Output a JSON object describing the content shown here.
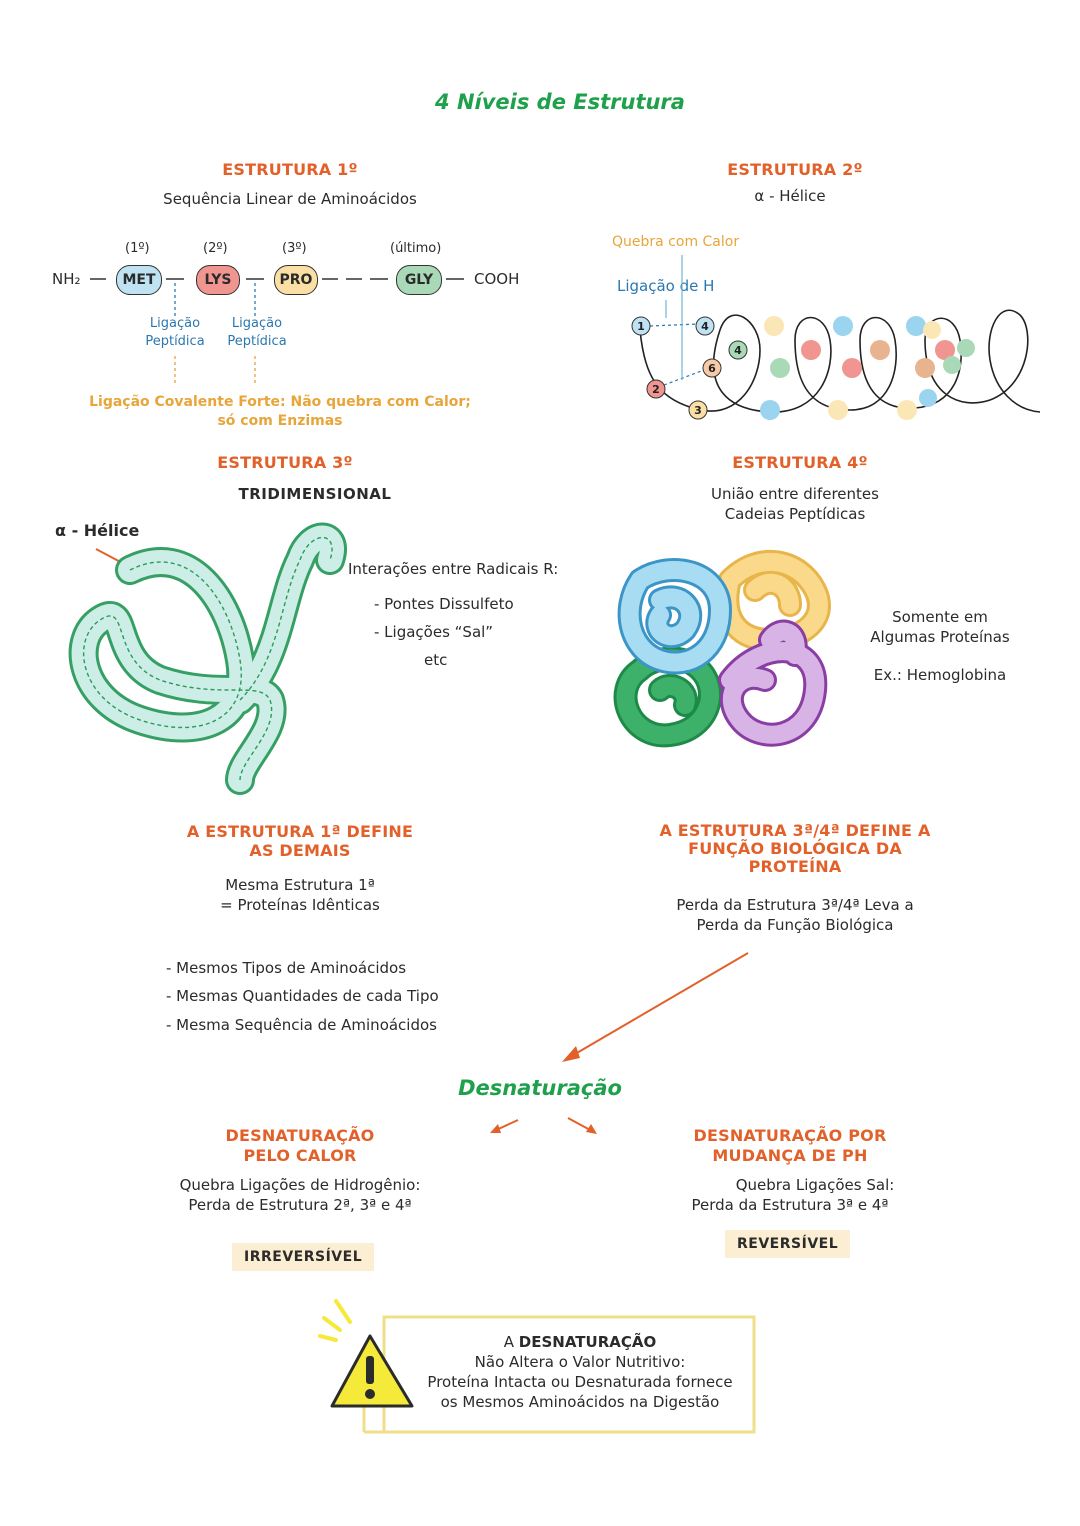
{
  "title": "4 Níveis de Estrutura",
  "primary": {
    "heading": "ESTRUTURA 1º",
    "subtitle": "Sequência Linear de Aminoácidos",
    "nh2": "NH₂",
    "cooh": "COOH",
    "positions": [
      "(1º)",
      "(2º)",
      "(3º)",
      "(último)"
    ],
    "aminoacids": [
      "MET",
      "LYS",
      "PRO",
      "GLY"
    ],
    "bond_label_1": "Ligação",
    "bond_label_2": "Peptídica",
    "note_line1": "Ligação Covalente Forte: Não quebra com Calor;",
    "note_line2": "só com Enzimas"
  },
  "secondary": {
    "heading": "ESTRUTURA 2º",
    "subtitle": "α - Hélice",
    "heat_label": "Quebra com Calor",
    "hbond_label": "Ligação de H",
    "numbers": [
      "1",
      "4",
      "4",
      "6",
      "2",
      "3"
    ]
  },
  "tertiary": {
    "heading": "ESTRUTURA 3º",
    "subtitle": "TRIDIMENSIONAL",
    "helix_label": "α - Hélice",
    "interactions_title": "Interações entre Radicais R:",
    "interactions": [
      "- Pontes Dissulfeto",
      "- Ligações “Sal”",
      "etc"
    ]
  },
  "quaternary": {
    "heading": "ESTRUTURA 4º",
    "subtitle_line1": "União entre diferentes",
    "subtitle_line2": "Cadeias Peptídicas",
    "note_line1": "Somente em",
    "note_line2": "Algumas Proteínas",
    "example": "Ex.: Hemoglobina"
  },
  "define_left": {
    "heading_line1": "A ESTRUTURA 1ª DEFINE",
    "heading_line2": "AS DEMAIS",
    "text_line1": "Mesma Estrutura 1ª",
    "text_line2": "= Proteínas Idênticas",
    "bullets": [
      "- Mesmos Tipos de Aminoácidos",
      "- Mesmas Quantidades de cada Tipo",
      "- Mesma Sequência de Aminoácidos"
    ]
  },
  "define_right": {
    "heading_line1": "A ESTRUTURA 3ª/4ª DEFINE A",
    "heading_line2": "FUNÇÃO BIOLÓGICA DA",
    "heading_line3": "PROTEÍNA",
    "text_line1": "Perda da Estrutura 3ª/4ª Leva a",
    "text_line2": "Perda da Função Biológica"
  },
  "denaturation": {
    "title": "Desnaturação",
    "heat": {
      "heading_line1": "DESNATURAÇÃO",
      "heading_line2": "PELO CALOR",
      "text_line1": "Quebra Ligações de Hidrogênio:",
      "text_line2": "Perda de Estrutura 2ª, 3ª e 4ª",
      "badge": "IRREVERSÍVEL"
    },
    "ph": {
      "heading_line1": "DESNATURAÇÃO POR",
      "heading_line2": "MUDANÇA DE PH",
      "text_line1": "Quebra Ligações Sal:",
      "text_line2": "Perda da Estrutura 3ª e 4ª",
      "badge": "REVERSÍVEL"
    }
  },
  "warning": {
    "prefix": "A ",
    "bold": "DESNATURAÇÃO",
    "line2": "Não Altera o Valor Nutritivo:",
    "line3": "Proteína Intacta ou Desnaturada fornece",
    "line4": "os Mesmos Aminoácidos na Digestão"
  },
  "colors": {
    "green_title": "#1fa04b",
    "orange_heading": "#e2612b",
    "blue_label": "#2b78b0",
    "yellow_label": "#e8a53a",
    "met": "#bfe3f2",
    "lys": "#f0958f",
    "pro": "#fbe0a6",
    "gly": "#a9d9b6",
    "badge_bg": "#fbeed3",
    "warning_yellow": "#f5e93a"
  }
}
